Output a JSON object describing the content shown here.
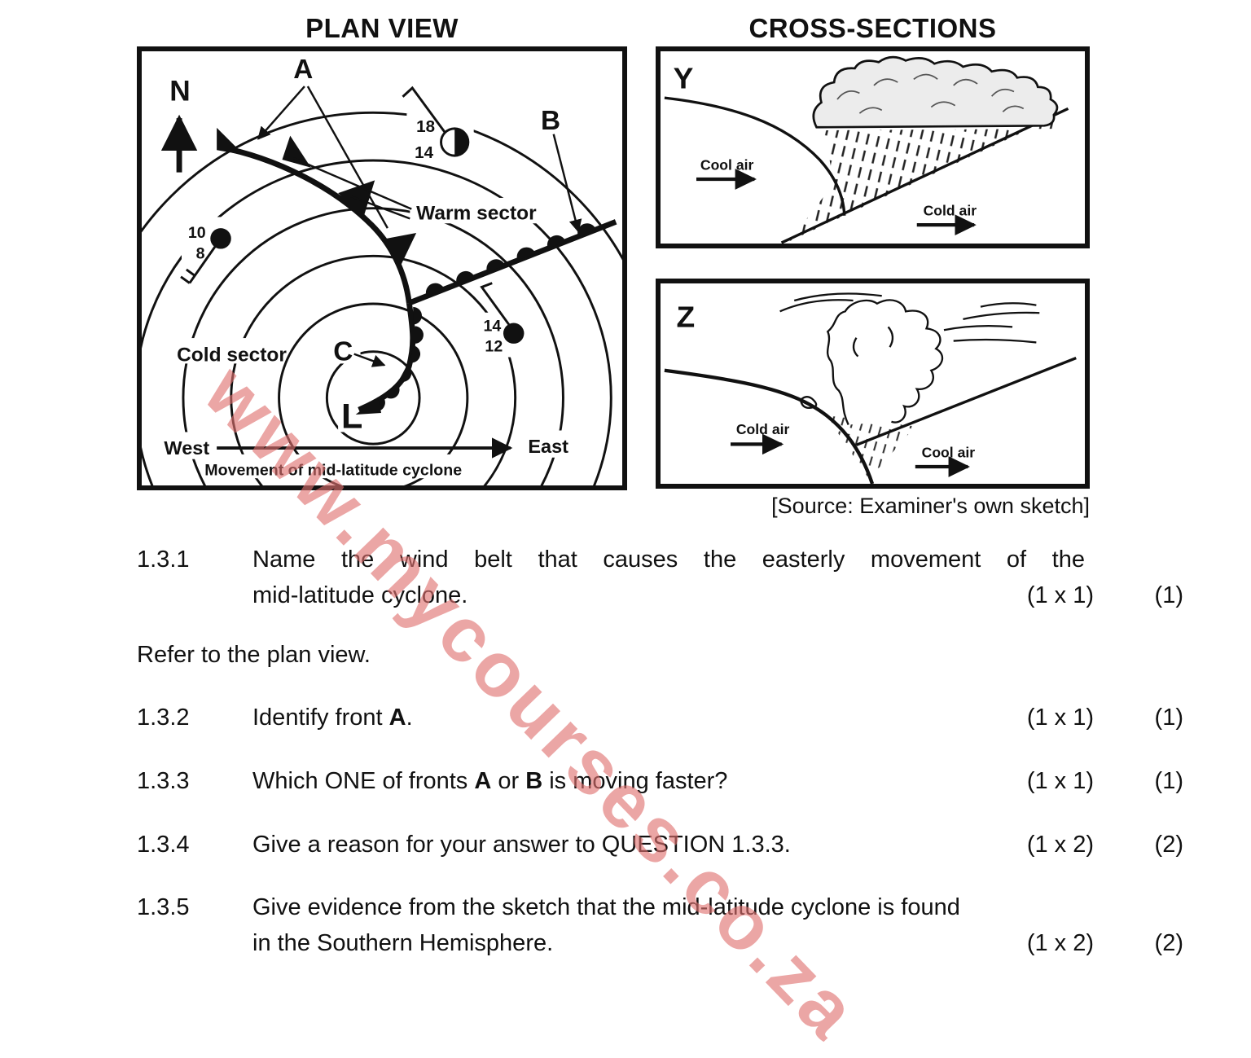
{
  "colors": {
    "watermark": "#e0706f",
    "ink": "#111111"
  },
  "watermark_text": "www.mycourses.co.za",
  "figure": {
    "plan_title": "PLAN VIEW",
    "cross_title": "CROSS-SECTIONS",
    "source_caption": "[Source: Examiner's own sketch]",
    "plan": {
      "north_label": "N",
      "front_a_label": "A",
      "front_b_label": "B",
      "front_c_label": "C",
      "low_label": "L",
      "warm_sector_label": "Warm sector",
      "cold_sector_label": "Cold sector",
      "west_label": "West",
      "east_label": "East",
      "movement_label": "Movement of mid-latitude cyclone",
      "station_top": {
        "temp": "18",
        "dewpoint": "14"
      },
      "station_left": {
        "temp": "10",
        "dewpoint": "8"
      },
      "station_right": {
        "temp": "14",
        "dewpoint": "12"
      }
    },
    "cross_section_y": {
      "label": "Y",
      "left_air": "Cool air",
      "right_air": "Cold air"
    },
    "cross_section_z": {
      "label": "Z",
      "left_air": "Cold air",
      "right_air": "Cool air"
    }
  },
  "intro_text": "Refer to the plan view.",
  "questions": [
    {
      "num": "1.3.1",
      "line1": "Name the wind belt that causes the easterly movement of the",
      "line2": "mid-latitude cyclone.",
      "marks": "(1 x 1)",
      "score": "(1)"
    },
    {
      "num": "1.3.2",
      "parts": [
        {
          "t": "Identify front "
        },
        {
          "t": "A",
          "b": true
        },
        {
          "t": "."
        }
      ],
      "marks": "(1 x 1)",
      "score": "(1)"
    },
    {
      "num": "1.3.3",
      "parts": [
        {
          "t": "Which ONE of fronts "
        },
        {
          "t": "A",
          "b": true
        },
        {
          "t": " or "
        },
        {
          "t": "B",
          "b": true
        },
        {
          "t": " is moving faster?"
        }
      ],
      "marks": "(1 x 1)",
      "score": "(1)"
    },
    {
      "num": "1.3.4",
      "parts": [
        {
          "t": "Give a reason for your answer to QUESTION 1.3.3."
        }
      ],
      "marks": "(1 x 2)",
      "score": "(2)"
    },
    {
      "num": "1.3.5",
      "line1": "Give evidence from the sketch that the mid-latitude cyclone is found",
      "line2": "in the Southern Hemisphere.",
      "marks": "(1 x 2)",
      "score": "(2)"
    }
  ]
}
